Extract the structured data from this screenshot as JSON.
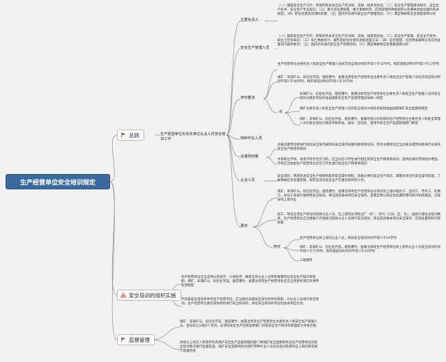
{
  "root": {
    "title": "生产经营单位安全培训规定"
  },
  "sections": [
    {
      "title": "总则",
      "icon": "red-flag-icon"
    },
    {
      "title": "安全培训的组织实施",
      "icon": "red-scissors-icon"
    },
    {
      "title": "监督管理",
      "icon": "red-flag-icon"
    }
  ],
  "general": {
    "label": "生产经营单位负责本单位从业人员安全培训工作",
    "main_head": {
      "label": "主要负责人",
      "text": "（一）国家安全生产方针、政策和有关安全生产的法律、法规、规章及标准；（二）安全生产管理基本知识、安全生产技术、安全生产专业知识；（三）重大危险源管理、重大事故防范、应急管理和救援组织以及事故调查处理的有关规定；（四）职业危害及其预防措施；（五）国内外先进的安全生产管理经验；（六）典型事故和应急救援案例分析"
    },
    "safety_manager": {
      "label": "安全生产管理人员",
      "text": "（一）国家安全生产方针、政策和有关安全生产的法律、法规、规章及标准；（二）安全生产管理、安全生产技术、职业卫生等知识；（三）伤亡事故统计、报告及职业危害的调查处理方法；（四）应急管理、应急预案编制以及应急处置的内容和要求；（五）国内外先进的安全生产管理经验；（六）典型事故和应急救援案例分析"
    },
    "hours": {
      "label": "学时要求",
      "items": [
        "生产经营单位主要负责人和安全生产管理人员初次安全培训时间不得少于32学时。每年再培训时间不得少于12学时",
        "煤矿、非煤矿山、危险化学品、烟花爆竹、金属冶炼等生产经营单位主要负责人和安全生产管理人员初次安全培训时间不得少于48学时，每年再培训时间不得少于16学时"
      ],
      "sub_label": "点",
      "sub_items": [
        "非煤矿山、危险化学品、烟花爆竹、金属冶炼等生产经营单位主要负责人和安全生产管理人员的安全培训大纲及考核标准由国家安全生产监督管理总局统一制定",
        "煤矿主要负责人和安全生产管理人员的安全培训大纲及考核标准由国家煤矿安全监察局制定",
        "煤矿、非煤矿山、危险化学品、烟花爆竹、金属冶炼以外的其他生产经营单位主要负责人和安全管理人员的安全培训大纲及考核标准，由省、自治区、直辖市安全生产监督管理部门制定"
      ]
    },
    "special": {
      "label": "特种作业人员"
    },
    "dispatch": {
      "label": "派遣劳动者",
      "items": [
        "对被派遣劳动者进行岗位安全操作规程和安全操作技能的教育和培训。劳务派遣单位应当对被派遣劳动者进行必要的安全生产教育和培训",
        "中等职业学校、高等学校学生实习的，应当对实习学生进行相应的安全生产教育和培训，提供必要的劳动防护用品。学校应当协助生产经营单位对实习学生进行安全生产教育和培训"
      ]
    },
    "workers": {
      "label": "从业人员",
      "text": "安全培训，熟悉有关安全生产规章制度和安全操作规程，具备必要的安全生产知识，掌握本岗位的安全操作技能，了解事故应急处理措施，知悉自身在安全生产方面的权利和义务。"
    },
    "requirements": {
      "label": "要求",
      "items": [
        "煤矿、非煤矿山、危险化学品、烟花爆竹、金属冶炼等生产经营单位必须对新上岗的临时工、合同工、劳务工、轮换工、协议工等进行强制性安全培训，保证其具备本岗位安全操作、自救互救以及应急处置所需的知识和技能后，方能安排上岗作业",
        "加工、制造业等生产单位的其他从业人员，在上岗前必须经过厂（矿）、车间（工段、区、队）、班组三级安全培训教育。生产经营单位应当根据工作性质对其他从业人员进行安全培训，保证其具备本岗位安全操作、应急处置等知识和技能"
      ],
      "hours_label": "学时",
      "hours_items": [
        "生产经营单位新上岗的从业人员，岗前安全培训时间不得少于24学时",
        "煤矿、非煤矿山、危险化学品、烟花爆竹、金属冶炼等生产经营单位新上岗的从业人员安全培训时间不得少于72学时，每年再培训的时间不得少于20学时",
        "三级教育"
      ]
    }
  },
  "implementation": {
    "items": [
      "生产经营单位应当坚持以考促学、以讲促学，确保全体从业人员熟练掌握岗位安全生产知识和技能；煤矿、非煤矿山、危险化学品、烟花爆竹、金属冶炼等生产经营单位还应当完善和落实师傅带徒弟制度",
      "不具备安全培训条件的生产经营单位，应当委托具备安全培训条件的机构，对从业人员进行安全培训。生产经营单位委托其他机构进行安全培训的，保证安全培训的责任仍由本单位负责。"
    ]
  },
  "supervision": {
    "items": [
      "煤矿、非煤矿山、危险化学品、烟花爆竹、金属冶炼等生产经营单位主要负责人和安全生产管理人员，自任职之日起6个月内，必须经安全生产监管监察部门对其安全生产知识和管理能力考核合格",
      "县级以上地方人民政府负责煤矿安全生产监督管理的部门和煤矿安全监察机构对生产经营单位的安全培训情况进行监督检查，煤矿安全监察机构对煤矿特种作业人员安全培训及其持证上岗的情况进行监督检查"
    ]
  },
  "colors": {
    "root": "#3d6a9c",
    "line": "#7a7a7a",
    "accent": "#d43a2a",
    "background": "#f1f1ef"
  }
}
